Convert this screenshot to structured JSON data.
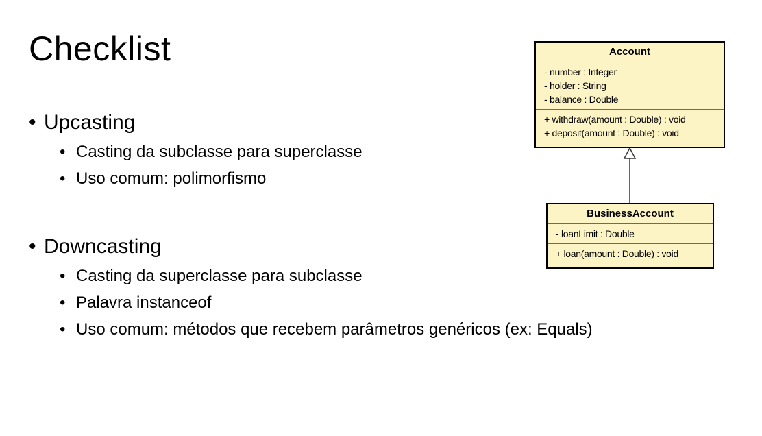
{
  "slide": {
    "title": "Checklist",
    "sections": [
      {
        "heading": "Upcasting",
        "items": [
          "Casting da subclasse para superclasse",
          "Uso comum: polimorfismo"
        ]
      },
      {
        "heading": "Downcasting",
        "items": [
          "Casting da superclasse para subclasse",
          "Palavra instanceof",
          "Uso comum: métodos que recebem parâmetros genéricos (ex: Equals)"
        ]
      }
    ],
    "bullet_glyph": "•"
  },
  "diagram": {
    "colors": {
      "class_fill": "#fdf4c6",
      "border": "#000000"
    },
    "classes": [
      {
        "name": "Account",
        "attributes": [
          "- number : Integer",
          "- holder : String",
          "- balance : Double"
        ],
        "operations": [
          "+ withdraw(amount : Double) : void",
          "+ deposit(amount : Double) : void"
        ]
      },
      {
        "name": "BusinessAccount",
        "attributes": [
          "- loanLimit : Double"
        ],
        "operations": [
          "+ loan(amount : Double) : void"
        ]
      }
    ],
    "relationship": {
      "type": "generalization",
      "from": "BusinessAccount",
      "to": "Account"
    }
  }
}
